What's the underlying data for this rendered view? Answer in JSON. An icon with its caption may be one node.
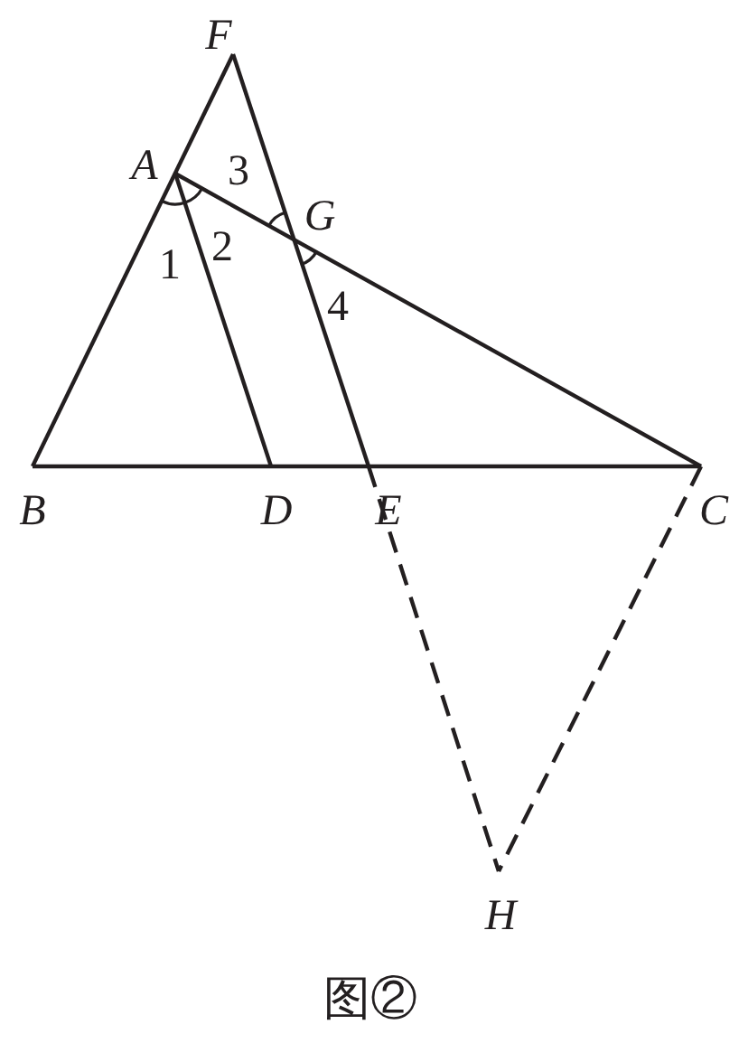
{
  "diagram": {
    "caption": "图②",
    "labels": [
      "F",
      "A",
      "3",
      "G",
      "1",
      "2",
      "4",
      "B",
      "D",
      "E",
      "C",
      "H"
    ]
  }
}
